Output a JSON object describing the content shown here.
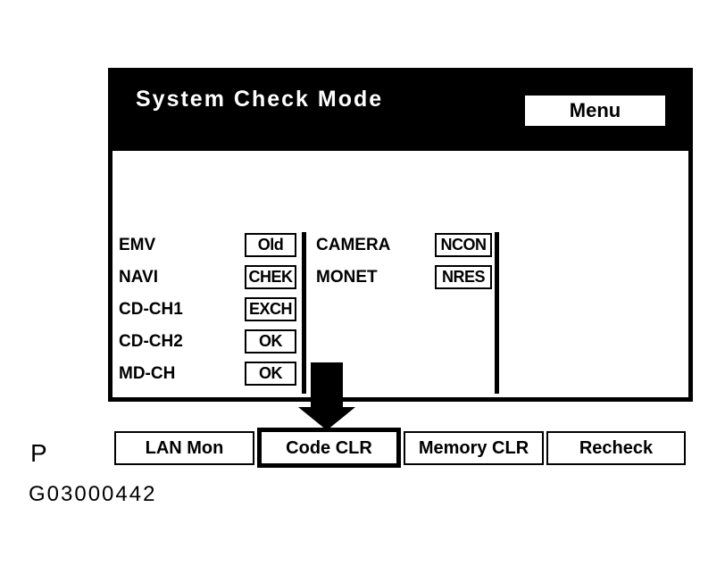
{
  "figure": {
    "label": "P",
    "code": "G03000442"
  },
  "screen": {
    "title": "System Check Mode",
    "menu_button": "Menu",
    "status_rows_left": [
      {
        "label": "EMV",
        "status": "Old"
      },
      {
        "label": "NAVI",
        "status": "CHEK"
      },
      {
        "label": "CD-CH1",
        "status": "EXCH"
      },
      {
        "label": "CD-CH2",
        "status": "OK"
      },
      {
        "label": "MD-CH",
        "status": "OK"
      }
    ],
    "status_rows_right": [
      {
        "label": "CAMERA",
        "status": "NCON"
      },
      {
        "label": "MONET",
        "status": "NRES"
      }
    ],
    "buttons": [
      "LAN Mon",
      "Code CLR",
      "Memory CLR",
      "Recheck"
    ],
    "highlighted_button": "Code CLR",
    "colors": {
      "header_bg": "#000000",
      "header_text": "#ffffff",
      "body_bg": "#ffffff",
      "body_text": "#000000"
    }
  }
}
